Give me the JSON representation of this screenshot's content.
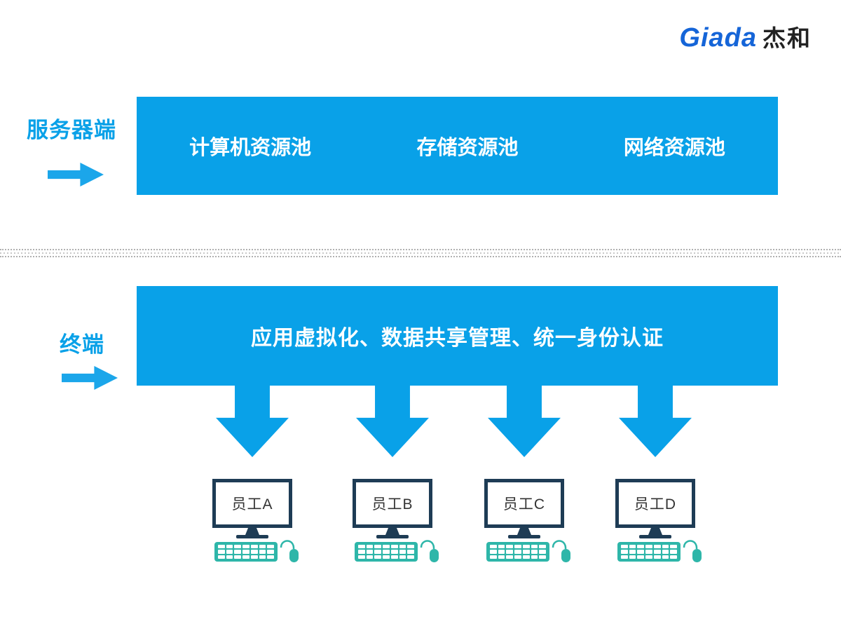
{
  "logo": {
    "brand": "Giada",
    "suffix": "杰和"
  },
  "server": {
    "label": "服务器端",
    "pools": [
      "计算机资源池",
      "存储资源池",
      "网络资源池"
    ]
  },
  "terminal": {
    "label": "终端",
    "banner": "应用虚拟化、数据共享管理、统一身份认证",
    "workstations": [
      {
        "label": "员工A"
      },
      {
        "label": "员工B"
      },
      {
        "label": "员工C"
      },
      {
        "label": "员工D"
      }
    ]
  },
  "colors": {
    "primary_blue": "#09a1e8",
    "teal": "#2eb6a9",
    "navy": "#1e3c55",
    "logo_blue": "#1565d8"
  }
}
